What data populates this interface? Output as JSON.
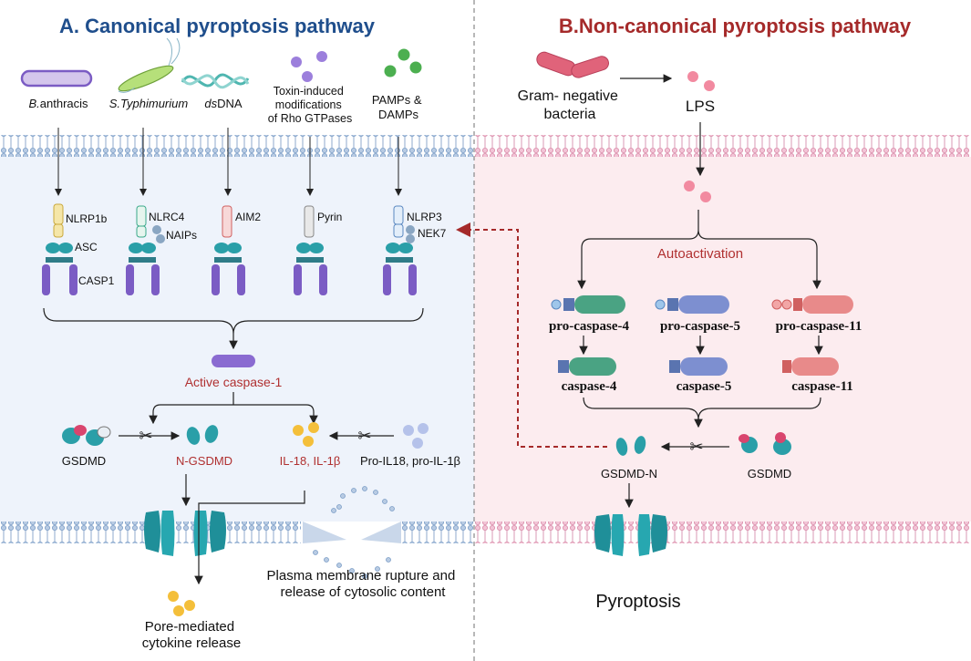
{
  "panel_a": {
    "title": "A. Canonical pyroptosis pathway",
    "triggers": [
      {
        "name": "B.anthracis",
        "italic_prefix": "B.",
        "rest": "anthracis"
      },
      {
        "name": "S.Typhimurium"
      },
      {
        "name": "dsDNA",
        "italic_prefix": "ds",
        "rest": "DNA"
      },
      {
        "lines": [
          "Toxin-induced",
          "modifications",
          "of Rho GTPases"
        ]
      },
      {
        "lines": [
          "PAMPs &",
          "DAMPs"
        ]
      }
    ],
    "sensors": {
      "nlrp1b": "NLRP1b",
      "asc": "ASC",
      "casp1": "CASP1",
      "nlrc4": "NLRC4",
      "naips": "NAIPs",
      "aim2": "AIM2",
      "pyrin": "Pyrin",
      "nlrp3": "NLRP3",
      "nek7": "NEK7"
    },
    "active_caspase": "Active caspase-1",
    "gsdmd": "GSDMD",
    "n_gsdmd": "N-GSDMD",
    "il": "IL-18, IL-1β",
    "pro_il": "Pro-IL18, pro-IL-1β",
    "pore_lines": [
      "Pore-mediated",
      "cytokine release"
    ],
    "rupture_lines": [
      "Plasma membrane rupture and",
      "release of cytosolic content"
    ]
  },
  "panel_b": {
    "title": "B.Non-canonical pyroptosis pathway",
    "bacteria_lines": [
      "Gram- negative",
      "bacteria"
    ],
    "lps": "LPS",
    "autoactivation": "Autoactivation",
    "pro_caspases": [
      "pro-caspase-4",
      "pro-caspase-5",
      "pro-caspase-11"
    ],
    "caspases": [
      "caspase-4",
      "caspase-5",
      "caspase-11"
    ],
    "gsdmd_n": "GSDMD-N",
    "gsdmd": "GSDMD",
    "outcome": "Pyroptosis"
  },
  "colors": {
    "title_a": "#1f4e8c",
    "title_b": "#a52a2a",
    "red_label": "#b03030",
    "teal": "#2a9fa8",
    "purple": "#7b5cc4",
    "membrane_a": "#7a9cc6",
    "membrane_b": "#d98aa8"
  }
}
